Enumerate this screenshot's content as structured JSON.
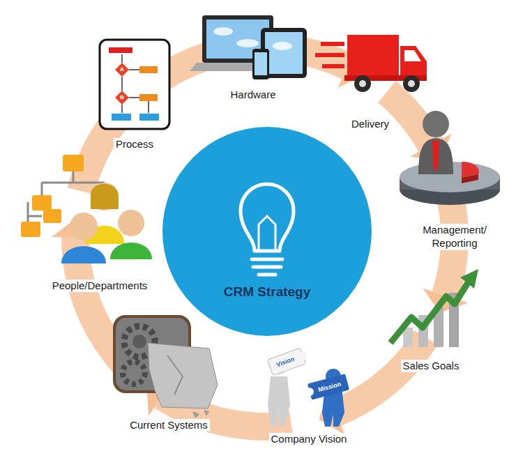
{
  "diagram": {
    "nodes": [
      {
        "text": [
          "CRM Strategy"
        ]
      }
    ],
    "labels": [
      "Hardware",
      "Delivery",
      "Process",
      "A",
      "B",
      "Management/ Reporting",
      "People/Departments",
      "Sales Goals",
      "Vision",
      "Mission",
      "Current Systems",
      "Company Vision"
    ]
  }
}
